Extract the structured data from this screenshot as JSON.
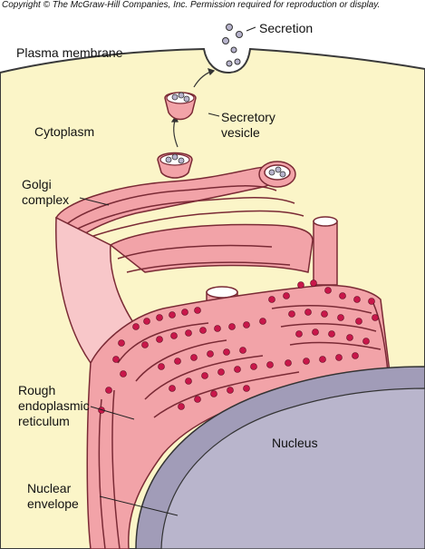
{
  "copyright": "Copyright © The McGraw-Hill Companies, Inc. Permission required for reproduction or display.",
  "labels": {
    "secretion": "Secretion",
    "plasma_membrane": "Plasma membrane",
    "secretory_vesicle_1": "Secretory",
    "secretory_vesicle_2": "vesicle",
    "cytoplasm": "Cytoplasm",
    "golgi_1": "Golgi",
    "golgi_2": "complex",
    "rough_er_1": "Rough",
    "rough_er_2": "endoplasmic",
    "rough_er_3": "reticulum",
    "nucleus": "Nucleus",
    "nuclear_envelope_1": "Nuclear",
    "nuclear_envelope_2": "envelope"
  },
  "colors": {
    "cytoplasm": "#fbf5c8",
    "membrane_outline": "#3a3a3a",
    "organelle_fill": "#f2a3a8",
    "organelle_light": "#f8c7c9",
    "organelle_outline": "#7a2a35",
    "ribosome": "#c8174a",
    "nucleus": "#b9b5cc",
    "nucleus_dark": "#a19cb8",
    "granule": "#b7b3cc"
  }
}
